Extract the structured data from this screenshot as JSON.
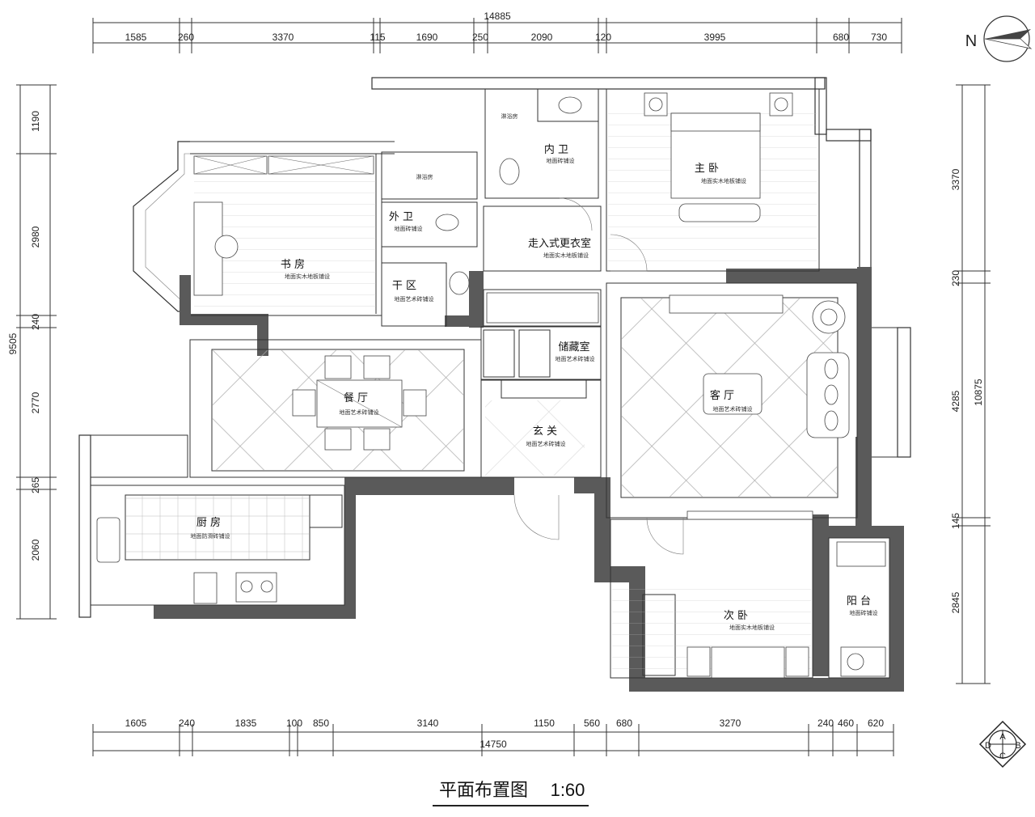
{
  "title": "平面布置图",
  "scale": "1:60",
  "north_label": "N",
  "compass": [
    "A",
    "B",
    "C",
    "D"
  ],
  "dims_top_total": "14885",
  "dims_top": [
    "1585",
    "260",
    "3370",
    "115",
    "1690",
    "250",
    "2090",
    "120",
    "3995",
    "680",
    "730"
  ],
  "dims_bottom_total": "14750",
  "dims_bottom": [
    "1605",
    "240",
    "1835",
    "100",
    "850",
    "3140",
    "1150",
    "560",
    "680",
    "3270",
    "240",
    "460",
    "620"
  ],
  "dims_left_total": "9505",
  "dims_left": [
    "1190",
    "2980",
    "240",
    "2770",
    "265",
    "2060"
  ],
  "dims_right_total": "10875",
  "dims_right": [
    "3370",
    "230",
    "4285",
    "145",
    "2845"
  ],
  "rooms": [
    {
      "name": "书 房",
      "sub": "地面实木地板铺设"
    },
    {
      "name": "外 卫",
      "sub": "地面砖铺设"
    },
    {
      "name": "干 区",
      "sub": "地面艺术砖铺设"
    },
    {
      "name": "内 卫",
      "sub": "地面砖铺设"
    },
    {
      "name": "主 卧",
      "sub": "地面实木地板铺设"
    },
    {
      "name": "走入式更衣室",
      "sub": "地面实木地板铺设"
    },
    {
      "name": "储藏室",
      "sub": "地面艺术砖铺设"
    },
    {
      "name": "餐 厅",
      "sub": "地面艺术砖铺设"
    },
    {
      "name": "玄 关",
      "sub": "地面艺术砖铺设"
    },
    {
      "name": "客 厅",
      "sub": "地面艺术砖铺设"
    },
    {
      "name": "厨 房",
      "sub": "地面防滑砖铺设"
    },
    {
      "name": "次 卧",
      "sub": "地面实木地板铺设"
    },
    {
      "name": "阳 台",
      "sub": "地面砖铺设"
    }
  ],
  "fixtures": {
    "shower_1": "淋浴房",
    "shower_2": "淋浴房"
  }
}
